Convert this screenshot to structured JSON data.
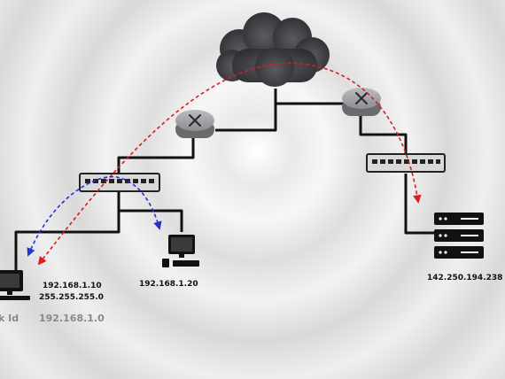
{
  "labels": {
    "pc1_ip": "192.168.1.10",
    "pc1_mask": "255.255.255.0",
    "pc2_ip": "192.168.1.20",
    "server_ip": "142.250.194.238",
    "network_id_caption": "k Id",
    "network_id_value": "192.168.1.0"
  },
  "icons": {
    "cloud": "internet-cloud-icon",
    "router_left": "router-icon",
    "router_right": "router-icon",
    "switch_left": "switch-icon",
    "switch_right": "switch-icon",
    "pc_left": "desktop-computer-icon",
    "pc_middle": "desktop-computer-icon",
    "server": "server-rack-icon"
  },
  "colors": {
    "link": "#111111",
    "path_internet": "#d81e1e",
    "path_local": "#2433c8",
    "cloud": "#4a4a4e",
    "router": "#6b6b6e",
    "switch": "#d9d9d9"
  }
}
